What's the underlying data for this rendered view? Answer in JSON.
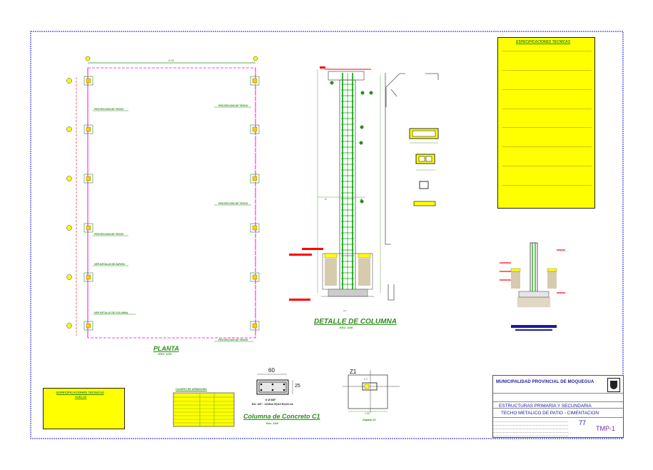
{
  "colors": {
    "grid_axis": "#ff00ff",
    "annotation": "#2e8b1a",
    "spec_fill": "#ffff00",
    "section_red": "#ff0000",
    "title_blue": "#1a1aa0",
    "sheet_border": "#1a1ae0",
    "reinforcement_green": "#00a000"
  },
  "plan": {
    "title": "PLANTA",
    "scale": "ESC. 1/75"
  },
  "column_detail": {
    "title": "DETALLE DE COLUMNA",
    "scale": "ESC. 1/25"
  },
  "column_section": {
    "title": "Columna de Concreto C1",
    "scale": "Esc. 1/10",
    "width_label": "60",
    "depth_label": "25",
    "rebar_note": "6 Ø 5/8\"",
    "stirrup_note": "Est. 3/8\" : 1@5cm 5@10 R@20 c/e"
  },
  "footing": {
    "label": "Z1",
    "col_label": "C1",
    "dim_label": "1.00",
    "caption": "Zapata Z1"
  },
  "specs_right": {
    "title": "ESPECIFICACIONES TECNICAS"
  },
  "specs_left": {
    "title": "ESPECIFICACIONES TECNICAS",
    "subtitle": "SUELOS"
  },
  "table": {
    "title": "CUADRO DE ARMADURA"
  },
  "title_block": {
    "municipality": "MUNICIPALIDAD PROVINCIAL DE MOQUEGUA",
    "line1": "ESTRUCTURAS PRIMARIA Y SECUNDARIA",
    "line2": "TECHO METALICO DE PATIO - CIMENTACION",
    "sheet_number": "77",
    "sheet_code": "TMP-1"
  }
}
